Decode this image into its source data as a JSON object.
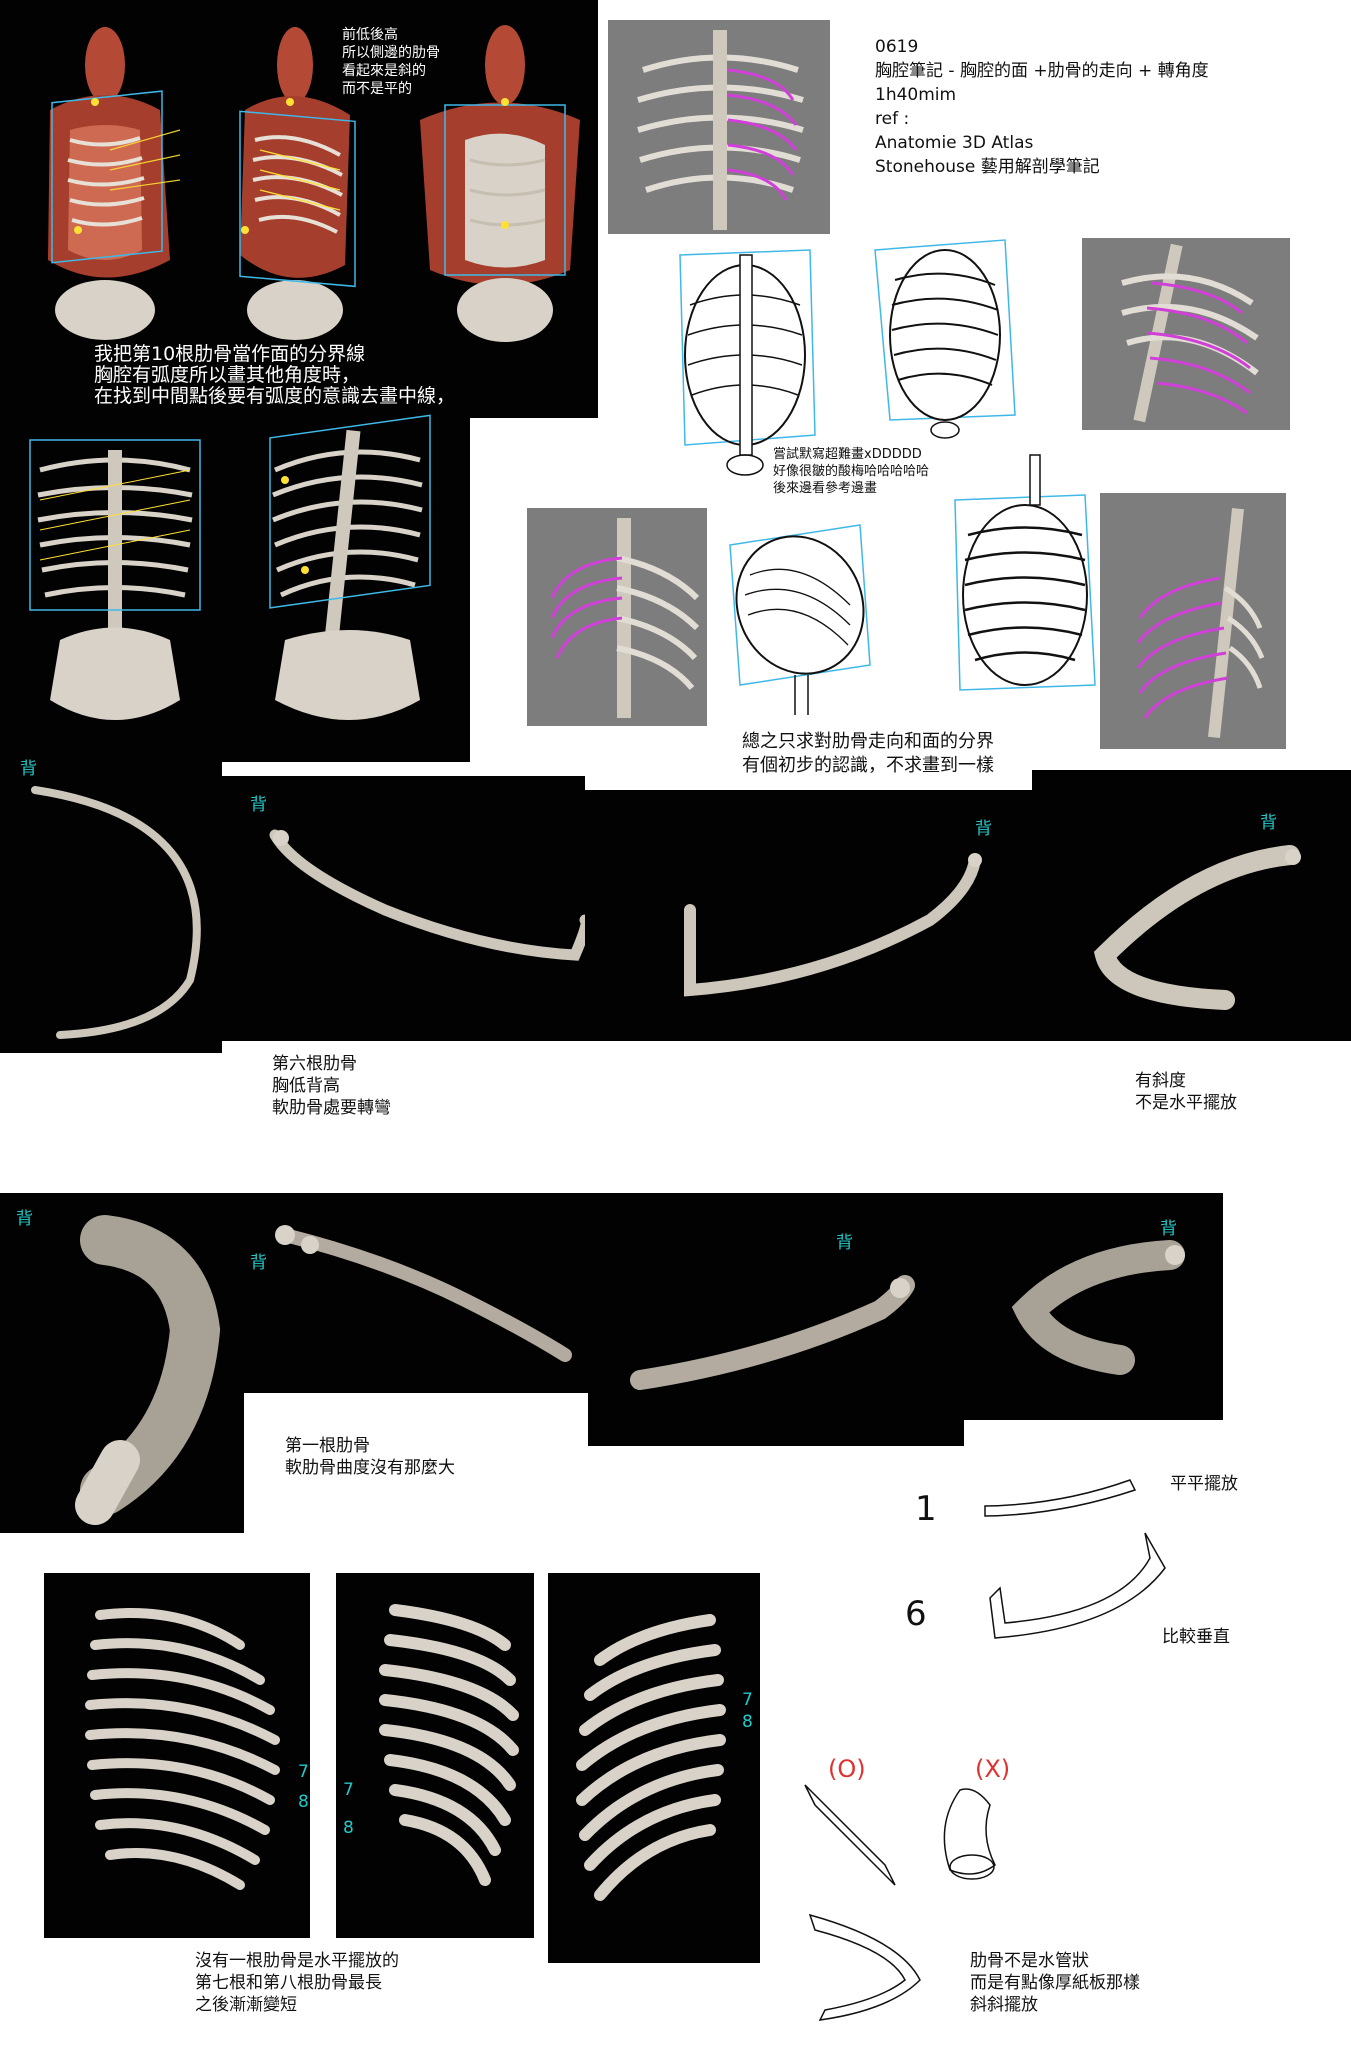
{
  "colors": {
    "bone": "#d8d2c8",
    "muscle": "#b44a36",
    "accent": "#22c9c9",
    "magenta": "#d040d8",
    "yellow": "#ffe033",
    "box": "#3fb8e8"
  },
  "header": {
    "date": "0619",
    "title": "胸腔筆記 - 胸腔的面 +肋骨的走向 + 轉角度",
    "duration": "1h40mim",
    "ref_label": "ref :",
    "ref_1": "Anatomie 3D Atlas",
    "ref_2": "Stonehouse 藝用解剖學筆記"
  },
  "notes": {
    "front_low": "前低後高\n所以側邊的肋骨\n看起來是斜的\n而不是平的",
    "tenth_rib": "我把第10根肋骨當作面的分界線\n胸腔有弧度所以畫其他角度時，\n在找到中間點後要有弧度的意識去畫中線，",
    "sketch_note": "嘗試默寫超難畫xDDDDD\n好像很皺的酸梅哈哈哈哈哈\n後來邊看參考邊畫",
    "summary": "總之只求對肋骨走向和面的分界\n有個初步的認識，不求畫到一樣",
    "rib6": "第六根肋骨\n胸低背高\n軟肋骨處要轉彎",
    "slope": "有斜度\n不是水平擺放",
    "rib1": "第一根肋骨\n軟肋骨曲度沒有那麼大",
    "flat": "平平擺放",
    "vertical": "比較垂直",
    "longest": "沒有一根肋骨是水平擺放的\n第七根和第八根肋骨最長\n之後漸漸變短",
    "not_tube": "肋骨不是水管狀\n而是有點像厚紙板那樣\n斜斜擺放"
  },
  "labels": {
    "back": "背",
    "num1": "1",
    "num6": "6",
    "num7": "7",
    "num8": "8",
    "correct": "(O)",
    "wrong": "(X)"
  }
}
